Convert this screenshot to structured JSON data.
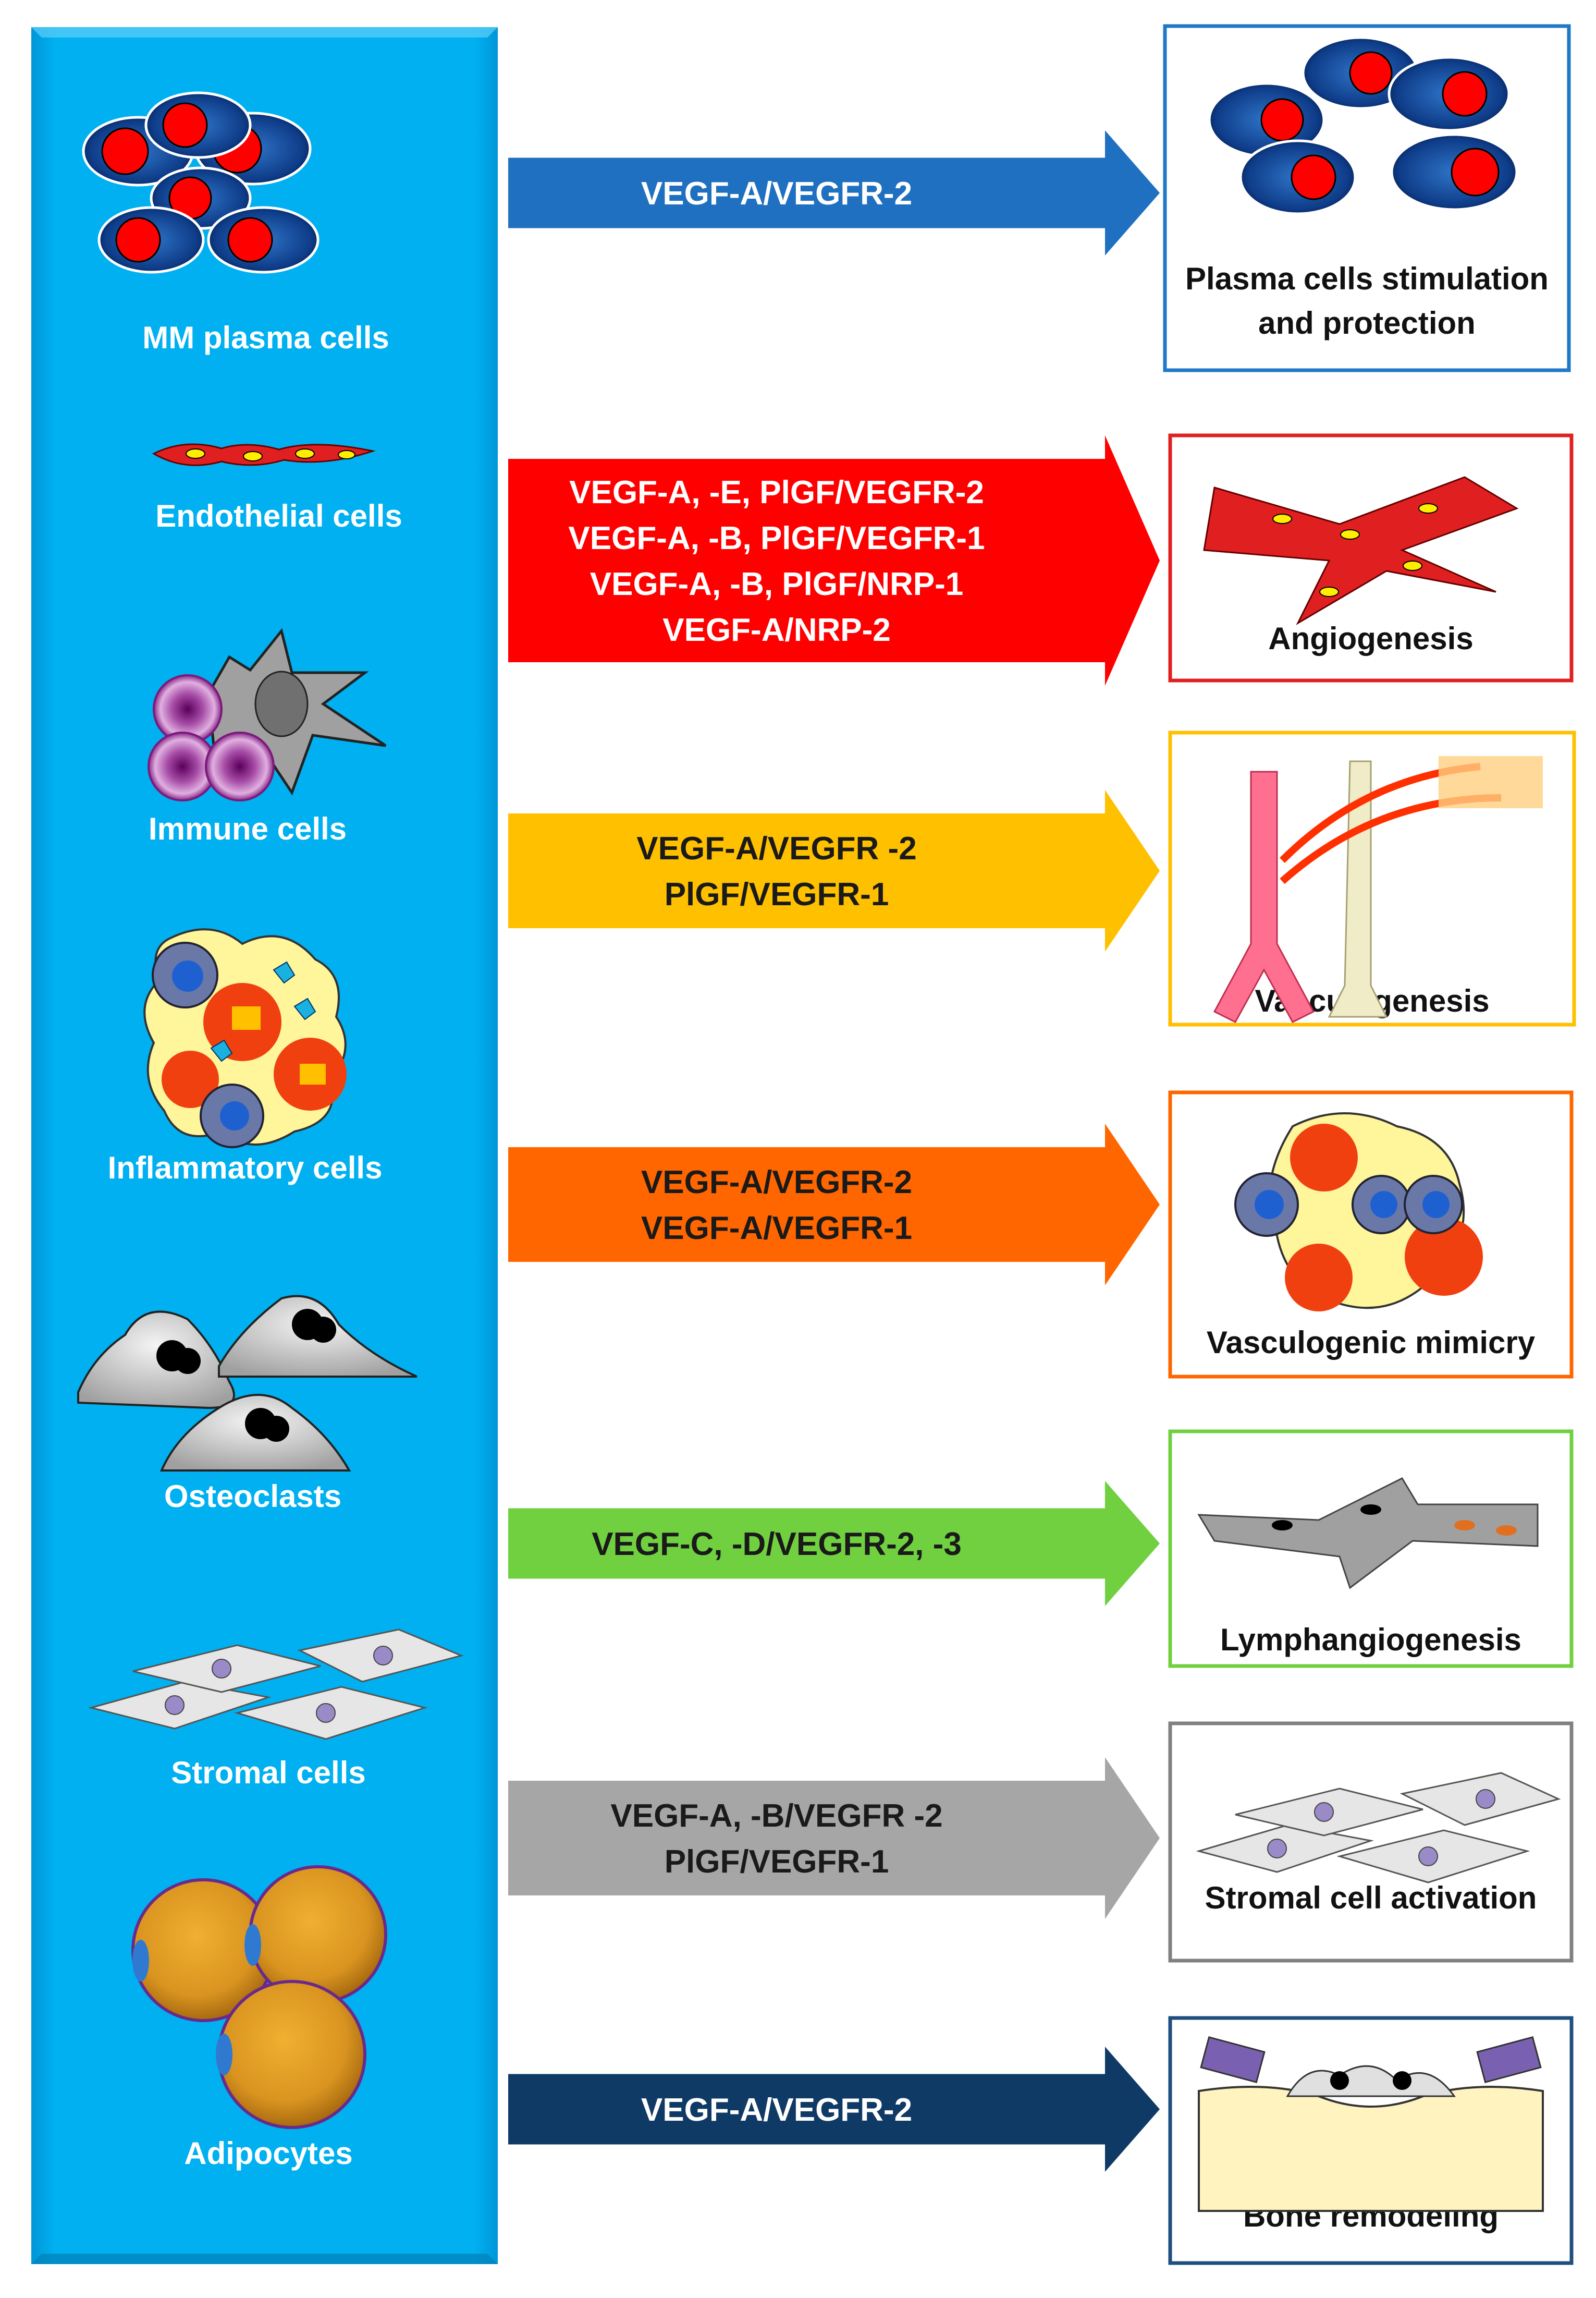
{
  "colors": {
    "panel": "#00aef0",
    "panel_dark": "#0086c0",
    "plasma": "#1f70c0",
    "endothelial": "#ff0000",
    "immune": "#ffc000",
    "inflammatory": "#ff6600",
    "osteoclast": "#70d040",
    "stromal": "#a6a6a6",
    "adipocyte": "#0f3a66"
  },
  "cells": [
    {
      "label": "MM plasma cells",
      "icon": "plasma-cells-icon"
    },
    {
      "label": "Endothelial cells",
      "icon": "endothelial-cells-icon"
    },
    {
      "label": "Immune cells",
      "icon": "immune-cells-icon"
    },
    {
      "label": "Inflammatory cells",
      "icon": "inflammatory-cells-icon"
    },
    {
      "label": "Osteoclasts",
      "icon": "osteoclasts-icon"
    },
    {
      "label": "Stromal cells",
      "icon": "stromal-cells-icon"
    },
    {
      "label": "Adipocytes",
      "icon": "adipocytes-icon"
    }
  ],
  "rows": [
    {
      "arrow_lines": [
        "VEGF-A/VEGFR-2"
      ],
      "arrow_color": "#1f70c0",
      "text_color": "#ffffff",
      "outcome": [
        "Plasma cells stimulation",
        "and protection"
      ],
      "border": "#1f78c8"
    },
    {
      "arrow_lines": [
        "VEGF-A, -E, PlGF/VEGFR-2",
        "VEGF-A, -B, PlGF/VEGFR-1",
        "VEGF-A, -B, PlGF/NRP-1",
        "VEGF-A/NRP-2"
      ],
      "arrow_color": "#ff0000",
      "text_color": "#ffffff",
      "outcome": [
        "Angiogenesis"
      ],
      "border": "#e02020"
    },
    {
      "arrow_lines": [
        "VEGF-A/VEGFR -2",
        "PlGF/VEGFR-1"
      ],
      "arrow_color": "#ffc000",
      "text_color": "#1a1a1a",
      "outcome": [
        "Vasculogenesis"
      ],
      "border": "#ffc000"
    },
    {
      "arrow_lines": [
        "VEGF-A/VEGFR-2",
        "VEGF-A/VEGFR-1"
      ],
      "arrow_color": "#ff6600",
      "text_color": "#1a1a1a",
      "outcome": [
        "Vasculogenic mimicry"
      ],
      "border": "#ff6600"
    },
    {
      "arrow_lines": [
        "VEGF-C, -D/VEGFR-2, -3"
      ],
      "arrow_color": "#70d040",
      "text_color": "#1a1a1a",
      "outcome": [
        "Lymphangiogenesis"
      ],
      "border": "#70d040"
    },
    {
      "arrow_lines": [
        "VEGF-A, -B/VEGFR -2",
        "PlGF/VEGFR-1"
      ],
      "arrow_color": "#a6a6a6",
      "text_color": "#1a1a1a",
      "outcome": [
        "Stromal cell activation"
      ],
      "border": "#808080"
    },
    {
      "arrow_lines": [
        "VEGF-A/VEGFR-2"
      ],
      "arrow_color": "#0f3a66",
      "text_color": "#ffffff",
      "outcome": [
        "Bone remodeling"
      ],
      "border": "#1f4f7f"
    }
  ]
}
